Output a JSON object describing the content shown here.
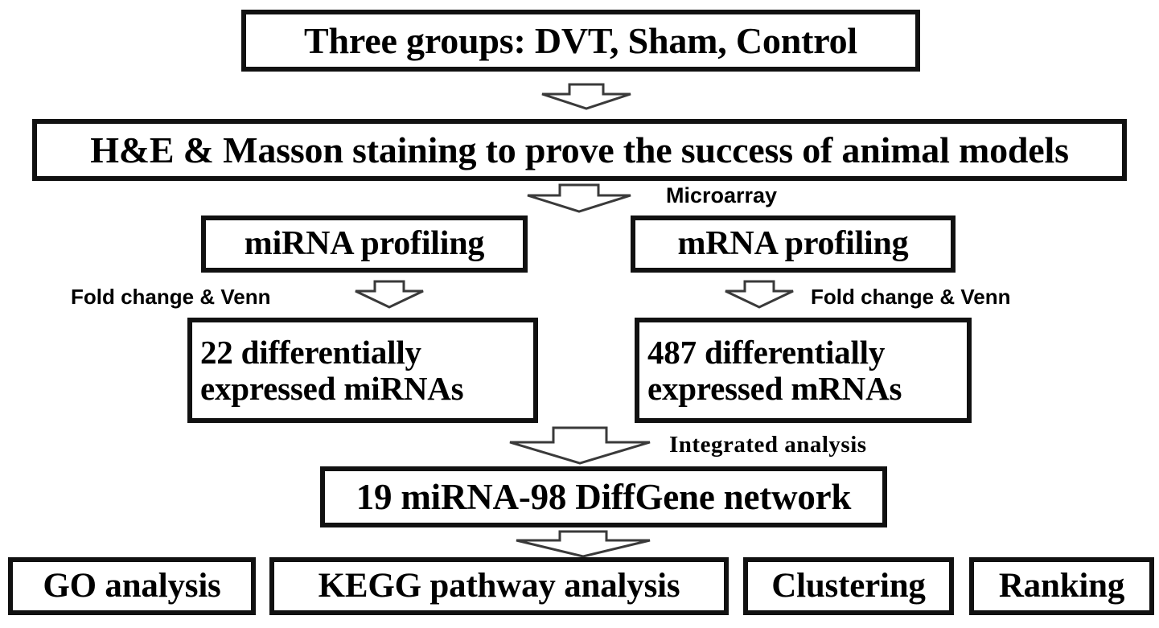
{
  "diagram": {
    "title": "Study workflow flowchart",
    "colors": {
      "border": "#111111",
      "background": "#ffffff",
      "text": "#000000",
      "arrow_outline": "#3a3a3a",
      "arrow_fill": "#ffffff"
    },
    "boxes": [
      {
        "id": "groups",
        "text": "Three groups: DVT, Sham, Control"
      },
      {
        "id": "staining",
        "text": "H&E & Masson staining to prove the success of animal models"
      },
      {
        "id": "mirna_profile",
        "text": "miRNA profiling"
      },
      {
        "id": "mrna_profile",
        "text": "mRNA profiling"
      },
      {
        "id": "mirna_diff",
        "text": "22 differentially\nexpressed miRNAs"
      },
      {
        "id": "mrna_diff",
        "text": "487 differentially\nexpressed mRNAs"
      },
      {
        "id": "network",
        "text": "19 miRNA-98 DiffGene network"
      },
      {
        "id": "go",
        "text": "GO analysis"
      },
      {
        "id": "kegg",
        "text": "KEGG pathway analysis"
      },
      {
        "id": "clustering",
        "text": "Clustering"
      },
      {
        "id": "ranking",
        "text": "Ranking"
      }
    ],
    "edge_labels": [
      {
        "id": "microarray",
        "text": "Microarray"
      },
      {
        "id": "fold_change_left",
        "text": "Fold change & Venn"
      },
      {
        "id": "fold_change_right",
        "text": "Fold change & Venn"
      },
      {
        "id": "integrated_analysis",
        "text": "Integrated analysis"
      }
    ],
    "arrows": [
      {
        "id": "groups-to-staining",
        "direction": "down"
      },
      {
        "id": "staining-to-profiling",
        "direction": "down"
      },
      {
        "id": "mirna-profile-to-diff",
        "direction": "down"
      },
      {
        "id": "mrna-profile-to-diff",
        "direction": "down"
      },
      {
        "id": "diff-to-network",
        "direction": "down"
      },
      {
        "id": "network-to-analyses",
        "direction": "down"
      }
    ]
  }
}
